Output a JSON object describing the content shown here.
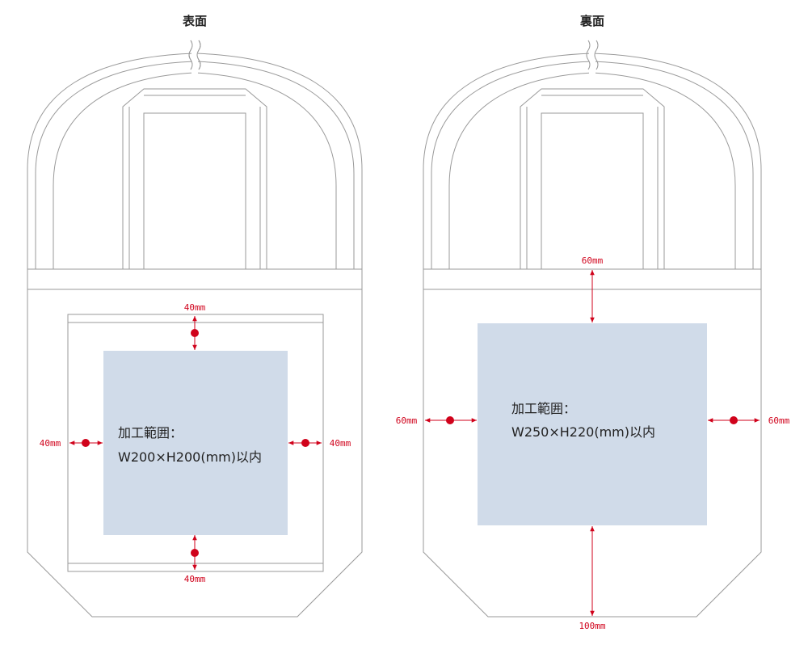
{
  "front": {
    "title": "表面",
    "area_line1": "加工範囲：",
    "area_line2": "W200×H200(mm)以内",
    "margin_top": "40mm",
    "margin_bottom": "40mm",
    "margin_left": "40mm",
    "margin_right": "40mm"
  },
  "back": {
    "title": "裏面",
    "area_line1": "加工範囲：",
    "area_line2": "W250×H220(mm)以内",
    "margin_top": "60mm",
    "margin_bottom": "100mm",
    "margin_left": "60mm",
    "margin_right": "60mm"
  },
  "colors": {
    "dimension": "#d0021b",
    "print_area": "#d0dbe9",
    "outline": "#9a9a9a"
  }
}
